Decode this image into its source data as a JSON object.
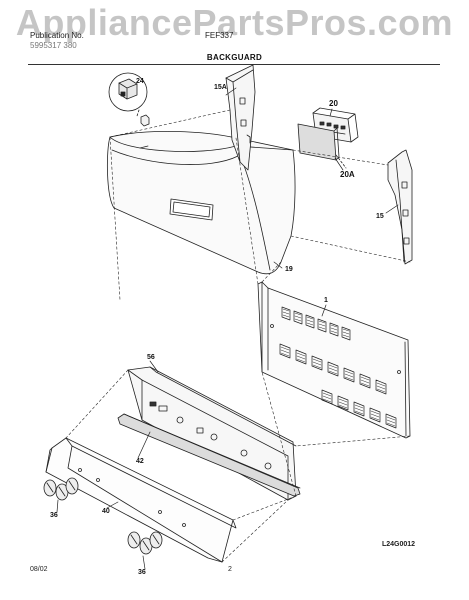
{
  "watermark": "AppliancePartsPros.com",
  "header": {
    "left_line1": "Publication No.",
    "left_line2": "5995317 380",
    "center": "FEF337",
    "section_title": "BACKGUARD"
  },
  "callouts": {
    "c24": "24",
    "c15a": "15A",
    "c20": "20",
    "c20a": "20A",
    "c15": "15",
    "c19": "19",
    "c1": "1",
    "c56": "56",
    "c42": "42",
    "c40": "40",
    "c36a": "36",
    "c36b": "36"
  },
  "footer": {
    "date": "08/02",
    "page": "2",
    "code": "L24G0012"
  }
}
